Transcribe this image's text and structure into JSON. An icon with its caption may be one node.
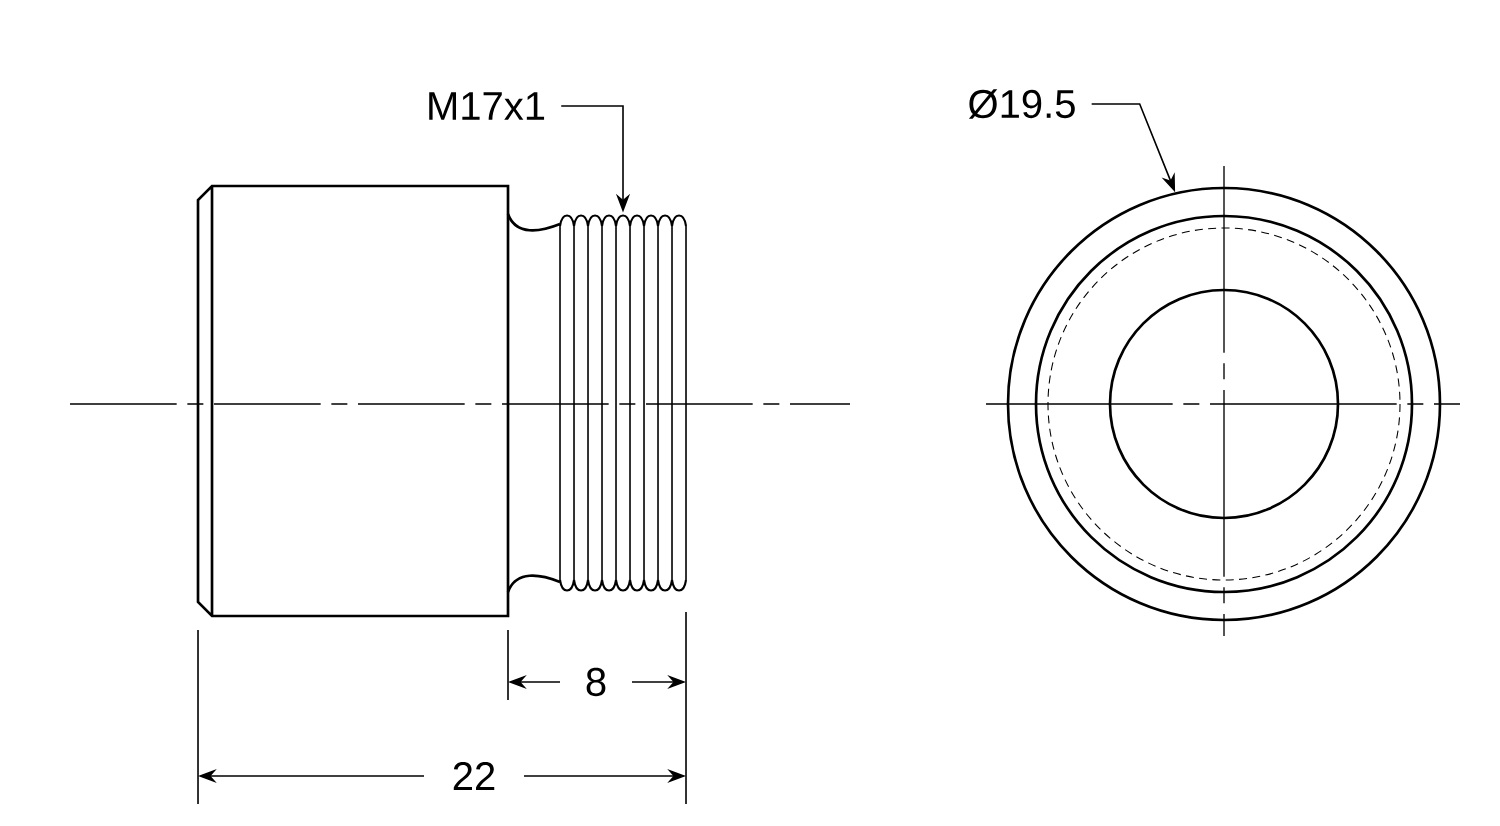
{
  "diagram": {
    "nodes": [
      {
        "text": [
          "M17x1"
        ]
      },
      {
        "text": [],
        "shape": "picture"
      },
      {
        "text": [
          "Ø19.5"
        ]
      },
      {
        "text": [],
        "shape": "circle"
      }
    ],
    "edges": [
      {
        "from": 0,
        "to": 1,
        "arrow": "to"
      },
      {
        "from": 2,
        "to": 3,
        "arrow": "to"
      }
    ],
    "labels": [
      "8",
      "22"
    ]
  }
}
